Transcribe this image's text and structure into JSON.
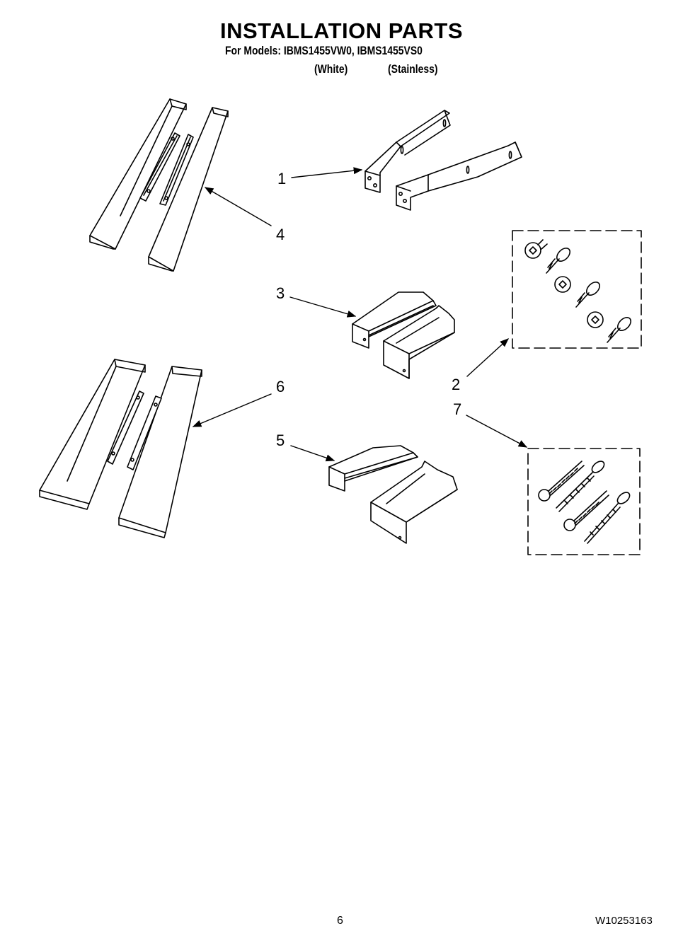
{
  "header": {
    "title": "INSTALLATION PARTS",
    "models_line": "For Models: IBMS1455VW0, IBMS1455VS0",
    "variant_white": "(White)",
    "variant_stainless": "(Stainless)"
  },
  "callouts": [
    {
      "label": "1"
    },
    {
      "label": "2"
    },
    {
      "label": "3"
    },
    {
      "label": "4"
    },
    {
      "label": "5"
    },
    {
      "label": "6"
    },
    {
      "label": "7"
    }
  ],
  "footer": {
    "page_number": "6",
    "document_number": "W10253163"
  }
}
